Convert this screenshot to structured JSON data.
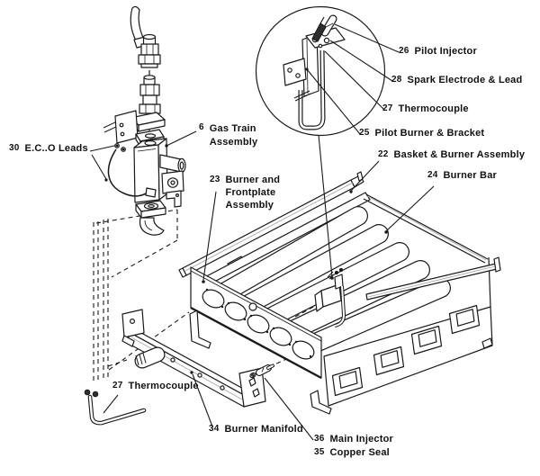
{
  "colors": {
    "line": "#1a1a1a",
    "background": "#ffffff"
  },
  "callouts": {
    "eco_leads": {
      "num": "30",
      "label": "E.C..O Leads"
    },
    "gas_train": {
      "num": "6",
      "label": "Gas Train Assembly"
    },
    "pilot_injector": {
      "num": "26",
      "label": "Pilot Injector"
    },
    "spark_electrode": {
      "num": "28",
      "label": "Spark Electrode & Lead"
    },
    "thermocouple_top": {
      "num": "27",
      "label": "Thermocouple"
    },
    "pilot_burner": {
      "num": "25",
      "label": "Pilot Burner & Bracket"
    },
    "basket_burner": {
      "num": "22",
      "label": "Basket & Burner Assembly"
    },
    "burner_bar": {
      "num": "24",
      "label": "Burner Bar"
    },
    "burner_frontplate": {
      "num": "23",
      "label": "Burner and Frontplate Assembly"
    },
    "thermocouple_bottom": {
      "num": "27",
      "label": "Thermocouple"
    },
    "burner_manifold": {
      "num": "34",
      "label": "Burner Manifold"
    },
    "main_injector": {
      "num": "36",
      "label": "Main Injector"
    },
    "copper_seal": {
      "num": "35",
      "label": "Copper Seal"
    }
  }
}
